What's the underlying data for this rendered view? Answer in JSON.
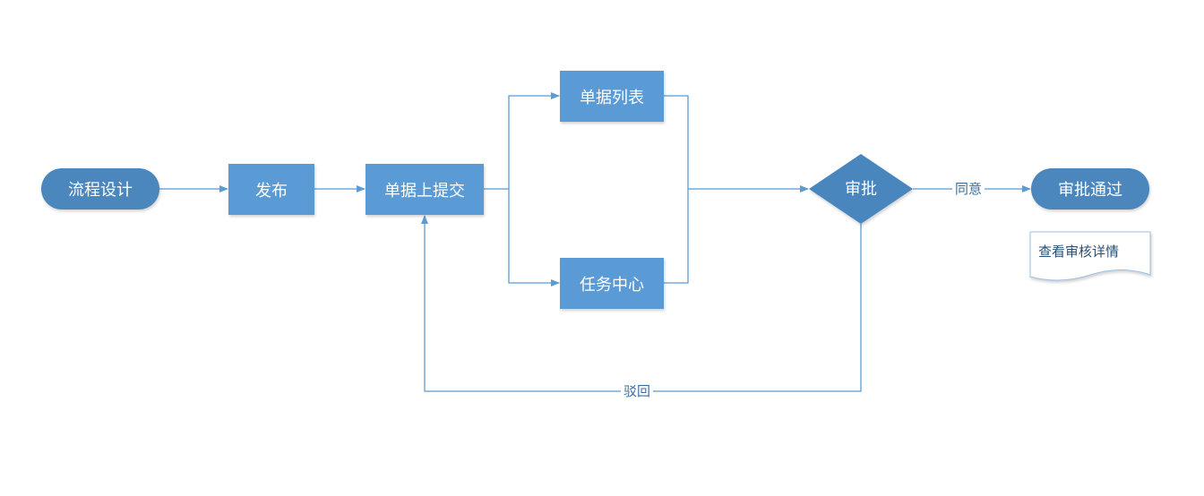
{
  "nodes": {
    "design": "流程设计",
    "publish": "发布",
    "submit": "单据上提交",
    "doc_list": "单据列表",
    "task_center": "任务中心",
    "approve": "审批",
    "approved": "审批通过",
    "view_details": "查看审核详情"
  },
  "edges": {
    "agree": "同意",
    "reject": "驳回"
  },
  "colors": {
    "pill": "#4b86bc",
    "rect": "#5b9bd5",
    "diamond": "#4a86bd",
    "line": "#5b9bd5"
  }
}
